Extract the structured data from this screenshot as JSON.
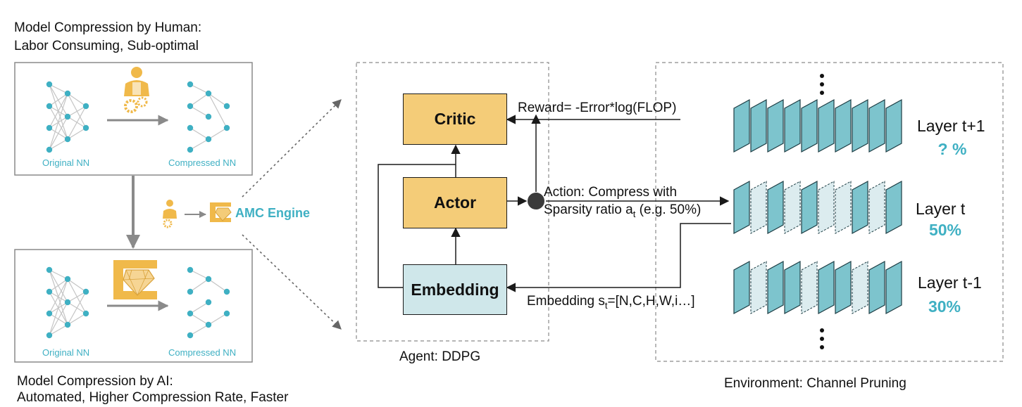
{
  "left": {
    "human_title_1": "Model Compression by Human:",
    "human_title_2": "Labor Consuming, Sub-optimal",
    "ai_title_1": "Model Compression by AI:",
    "ai_title_2": "Automated, Higher Compression Rate, Faster",
    "original_nn": "Original NN",
    "compressed_nn": "Compressed NN",
    "engine_label": "AMC Engine"
  },
  "agent": {
    "caption": "Agent: DDPG",
    "critic": "Critic",
    "actor": "Actor",
    "embedding": "Embedding",
    "reward": "Reward= -Error*log(FLOP)",
    "action_1": "Action: Compress with",
    "action_2_pre": "Sparsity ratio a",
    "action_2_sub": "t",
    "action_2_post": " (e.g. 50%)",
    "embed_pre": "Embedding s",
    "embed_sub": "t",
    "embed_post": "=[N,C,H,W,i…]"
  },
  "environment": {
    "caption": "Environment: Channel Pruning",
    "layers": [
      {
        "name": "Layer t+1",
        "pct": "? %"
      },
      {
        "name": "Layer t",
        "pct": "50%"
      },
      {
        "name": "Layer t-1",
        "pct": "30%"
      }
    ]
  },
  "colors": {
    "teal": "#3fb0c3",
    "gold": "#f4cc78",
    "light_teal": "#cfe7ea",
    "plate_teal": "#7dc4cd"
  }
}
